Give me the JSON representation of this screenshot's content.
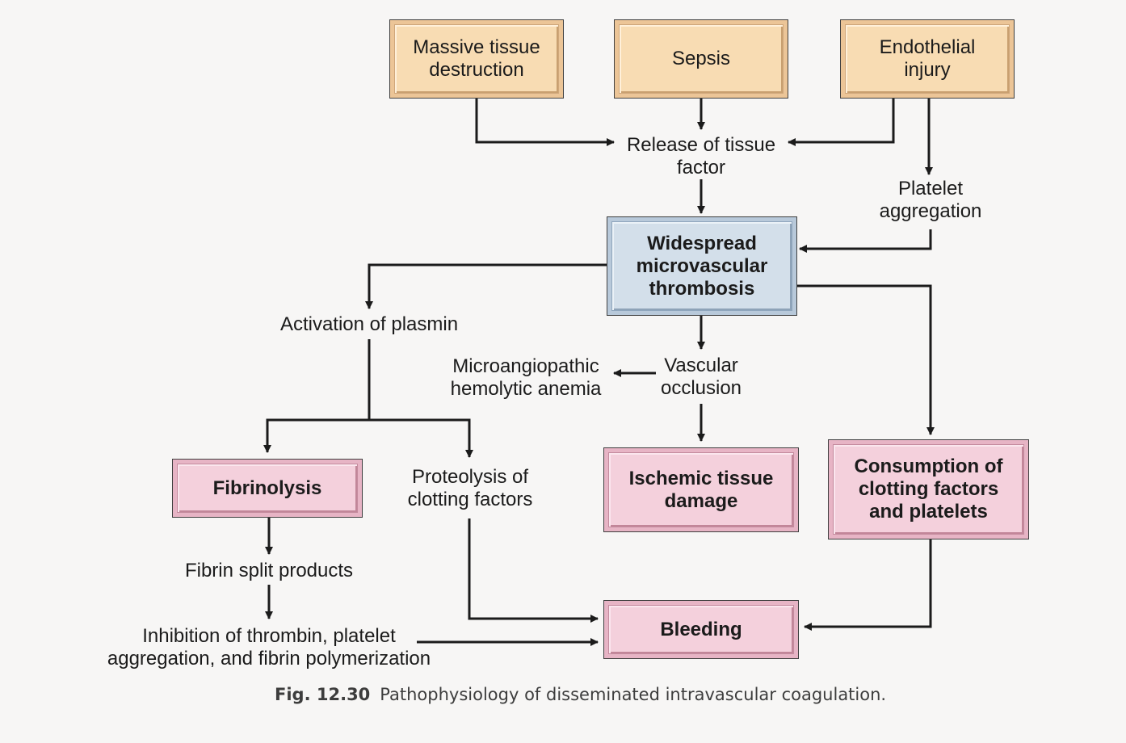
{
  "diagram": {
    "nodes": {
      "massive_tissue": "Massive tissue\ndestruction",
      "sepsis": "Sepsis",
      "endothelial": "Endothelial\ninjury",
      "release_tf": "Release of tissue\nfactor",
      "platelet_agg": "Platelet\naggregation",
      "widespread": "Widespread\nmicrovascular\nthrombosis",
      "activation_plasmin": "Activation of plasmin",
      "microangiopathic": "Microangiopathic\nhemolytic anemia",
      "vascular_occlusion": "Vascular\nocclusion",
      "fibrinolysis": "Fibrinolysis",
      "proteolysis": "Proteolysis of\nclotting factors",
      "ischemic": "Ischemic tissue\ndamage",
      "consumption": "Consumption of\nclotting factors\nand platelets",
      "fibrin_split": "Fibrin split products",
      "inhibition": "Inhibition of thrombin, platelet\naggregation, and fibrin polymerization",
      "bleeding": "Bleeding"
    }
  },
  "caption": {
    "label": "Fig. 12.30",
    "text": "Pathophysiology of disseminated intravascular coagulation."
  }
}
